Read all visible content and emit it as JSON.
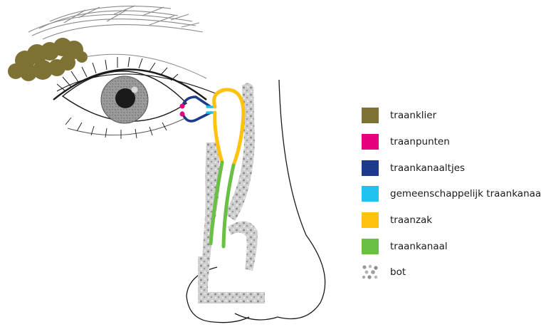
{
  "legend": [
    {
      "key": "klier",
      "label": "traanklier",
      "color": "#7d7234"
    },
    {
      "key": "punten",
      "label": "traanpunten",
      "color": "#e6007e"
    },
    {
      "key": "kanaaltjes",
      "label": "traankanaaltjes",
      "color": "#1e3a8a"
    },
    {
      "key": "gemeenschappelijk",
      "label": "gemeenschappelijk traankanaal",
      "color": "#1ec4ef"
    },
    {
      "key": "zak",
      "label": "traanzak",
      "color": "#ffc20e"
    },
    {
      "key": "kanaal",
      "label": "traankanaal",
      "color": "#6abf45"
    },
    {
      "key": "bot",
      "label": "bot",
      "color": "#b9b9b9",
      "pattern": "speckled"
    }
  ],
  "colors": {
    "outline": "#1a1a1a",
    "iris": "#9a9a9a",
    "pupil": "#1a1a1a",
    "bone": "#c8c8c8"
  }
}
